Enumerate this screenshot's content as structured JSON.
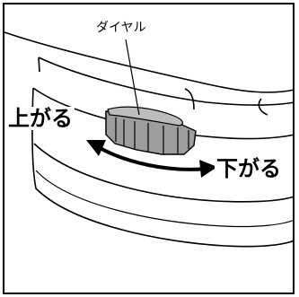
{
  "figure": {
    "dial_label": "ダイヤル",
    "up_label": "上がる",
    "down_label": "下がる",
    "icons": [
      "height-adjust-dial-icon",
      "double-headed-curved-arrow-icon"
    ]
  }
}
